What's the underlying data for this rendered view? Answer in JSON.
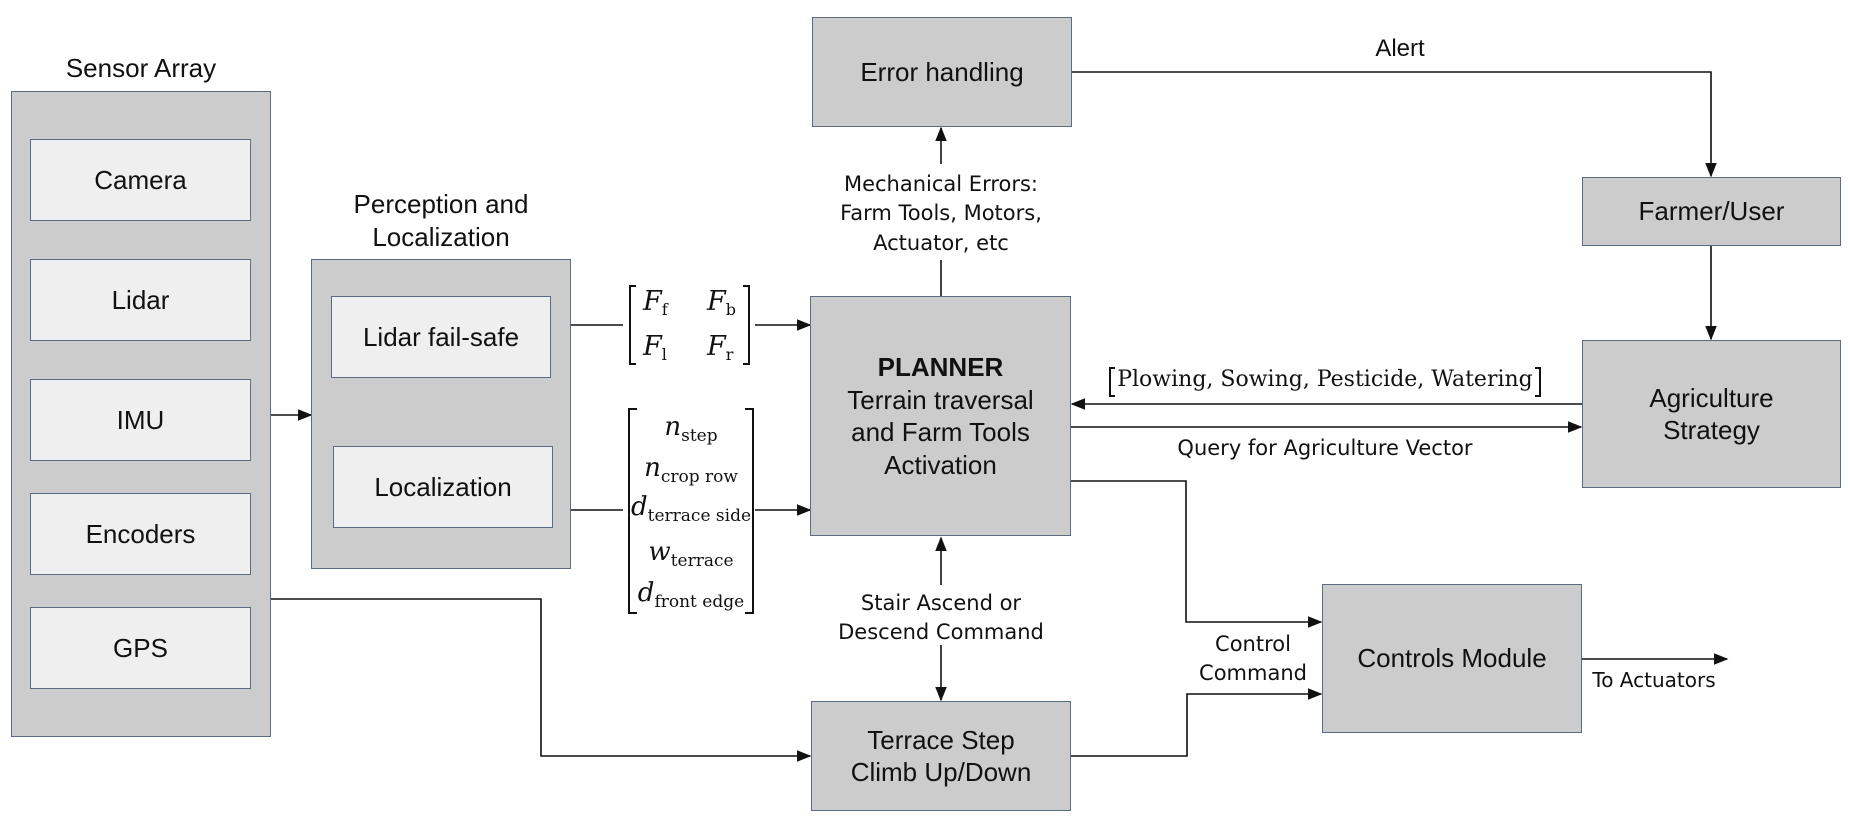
{
  "sensor_array": {
    "title": "Sensor Array",
    "items": [
      "Camera",
      "Lidar",
      "IMU",
      "Encoders",
      "GPS"
    ]
  },
  "perception": {
    "title_line1": "Perception and",
    "title_line2": "Localization",
    "lidar_failsafe": "Lidar fail-safe",
    "localization": "Localization"
  },
  "force_matrix": {
    "f_f": "F",
    "f_f_sub": "f",
    "f_b": "F",
    "f_b_sub": "b",
    "f_l": "F",
    "f_l_sub": "l",
    "f_r": "F",
    "f_r_sub": "r"
  },
  "terrain_vector": {
    "rows": [
      {
        "sym": "n",
        "sub": "step"
      },
      {
        "sym": "n",
        "sub": "crop row"
      },
      {
        "sym": "d",
        "sub": "terrace side"
      },
      {
        "sym": "w",
        "sub": "terrace"
      },
      {
        "sym": "d",
        "sub": "front edge"
      }
    ]
  },
  "error_handling": {
    "label": "Error handling"
  },
  "mechanical_errors": {
    "line1": "Mechanical Errors:",
    "line2": "Farm Tools, Motors,",
    "line3": "Actuator, etc"
  },
  "planner": {
    "title": "PLANNER",
    "line1": "Terrain traversal",
    "line2": "and Farm Tools",
    "line3": "Activation"
  },
  "alert": {
    "label": "Alert"
  },
  "farmer": {
    "label": "Farmer/User"
  },
  "agriculture_strategy": {
    "line1": "Agriculture",
    "line2": "Strategy"
  },
  "agri_vector": {
    "label": "Plowing, Sowing, Pesticide, Watering"
  },
  "query": {
    "label": "Query for Agriculture Vector"
  },
  "stair_command": {
    "line1": "Stair Ascend or",
    "line2": "Descend Command"
  },
  "terrace_step": {
    "line1": "Terrace Step",
    "line2": "Climb Up/Down"
  },
  "control_command": {
    "line1": "Control",
    "line2": "Command"
  },
  "controls_module": {
    "label": "Controls Module"
  },
  "to_actuators": {
    "label": "To Actuators"
  }
}
